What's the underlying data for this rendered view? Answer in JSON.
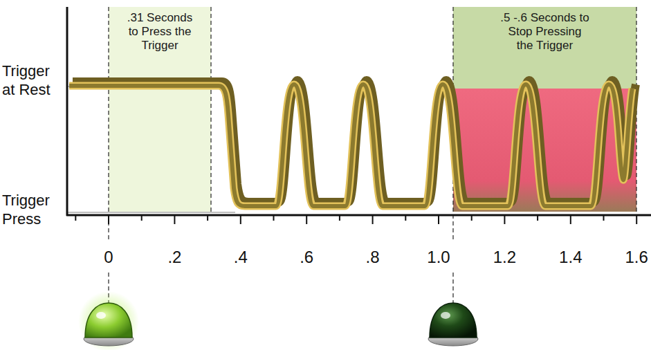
{
  "diagram": {
    "nodes": [
      {
        "text": [
          ".31 Seconds to Press the Trigger"
        ]
      },
      {
        "text": [
          ".5 -.6 Seconds to Stop Pressing the Trigger"
        ]
      }
    ],
    "labels": [
      "Trigger at Rest",
      "Trigger Press",
      "0",
      ".2",
      ".4",
      ".6",
      ".8",
      "1.0",
      "1.2",
      "1.4",
      "1.6"
    ]
  }
}
